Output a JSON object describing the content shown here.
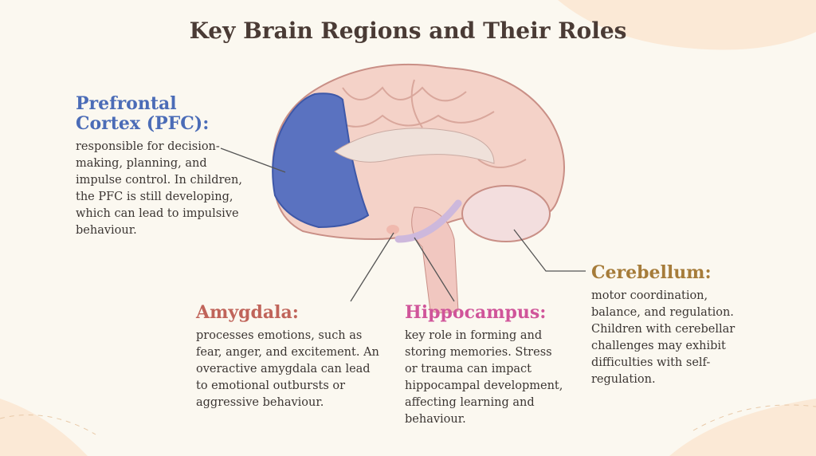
{
  "title": "Key Brain Regions and Their Roles",
  "colors": {
    "background": "#fbf8f0",
    "pfc": "#4b6cb7",
    "amygdala": "#c0645a",
    "hippocampus": "#d0559a",
    "cerebellum": "#a67c3a"
  },
  "regions": {
    "pfc": {
      "heading": "Prefrontal Cortex (PFC):",
      "body": "responsible for decision-making, planning, and impulse control. In children, the PFC is still developing, which can lead to impulsive behaviour."
    },
    "amygdala": {
      "heading": "Amygdala:",
      "body": "processes emotions, such as fear, anger, and excitement. An overactive amygdala can lead to emotional outbursts or aggressive behaviour."
    },
    "hippocampus": {
      "heading": "Hippocampus:",
      "body": "key role in forming and storing memories. Stress or trauma can impact hippocampal development, affecting learning and behaviour."
    },
    "cerebellum": {
      "heading": "Cerebellum:",
      "body": "motor coordination, balance, and regulation. Children with cerebellar challenges may exhibit difficulties with self-regulation."
    }
  }
}
